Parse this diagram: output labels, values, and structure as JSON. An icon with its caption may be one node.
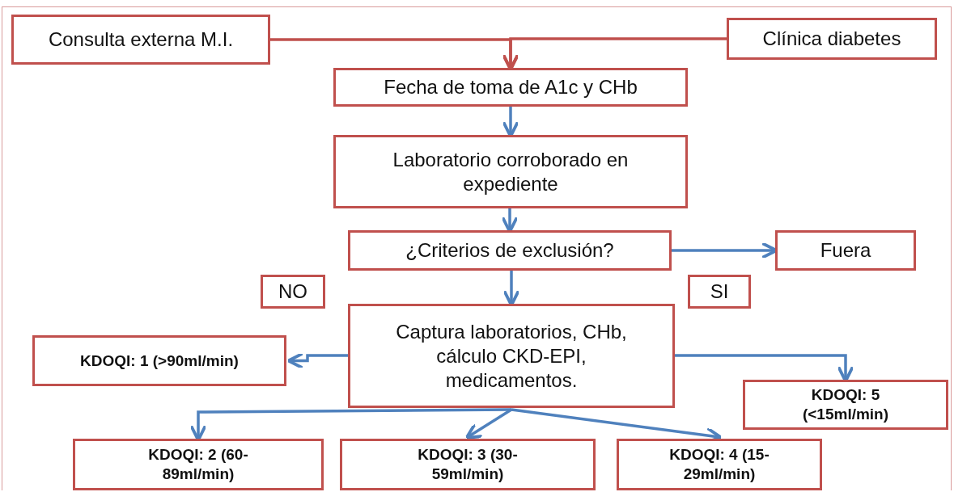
{
  "diagram": {
    "nodes": [
      {
        "text": [
          "Consulta externa M.I."
        ]
      },
      {
        "text": [
          "Clínica diabetes"
        ]
      },
      {
        "text": [
          "Fecha de toma de A1c y CHb"
        ]
      },
      {
        "text": [
          "Laboratorio corroborado en expediente"
        ]
      },
      {
        "text": [
          "¿Criterios de exclusión?"
        ]
      },
      {
        "text": [
          "Fuera"
        ]
      },
      {
        "text": [
          "NO"
        ]
      },
      {
        "text": [
          "SI"
        ]
      },
      {
        "text": [
          "Captura laboratorios, CHb, cálculo CKD-EPI, medicamentos."
        ]
      },
      {
        "text": [
          "KDOQI: 1 (>90ml/min)"
        ]
      },
      {
        "text": [
          "KDOQI: 5 (<15ml/min)"
        ]
      },
      {
        "text": [
          "KDOQI: 2 (60-89ml/min)"
        ]
      },
      {
        "text": [
          "KDOQI: 3 (30-59ml/min)"
        ]
      },
      {
        "text": [
          "KDOQI: 4 (15-29ml/min)"
        ]
      }
    ],
    "edges": [
      {
        "from": 0,
        "to": 2,
        "arrow": "to",
        "color": "#c0504d"
      },
      {
        "from": 1,
        "to": 2,
        "arrow": "to",
        "color": "#c0504d"
      },
      {
        "from": 2,
        "to": 3,
        "arrow": "to"
      },
      {
        "from": 3,
        "to": 4,
        "arrow": "to"
      },
      {
        "from": 4,
        "to": 5,
        "arrow": "to"
      },
      {
        "from": 4,
        "to": 8,
        "arrow": "to"
      },
      {
        "from": 8,
        "to": 9,
        "arrow": "to"
      },
      {
        "from": 8,
        "to": 10,
        "arrow": "to"
      },
      {
        "from": 8,
        "to": 11,
        "arrow": "to"
      },
      {
        "from": 8,
        "to": 12,
        "arrow": "to"
      },
      {
        "from": 8,
        "to": 13,
        "arrow": "to"
      }
    ]
  }
}
